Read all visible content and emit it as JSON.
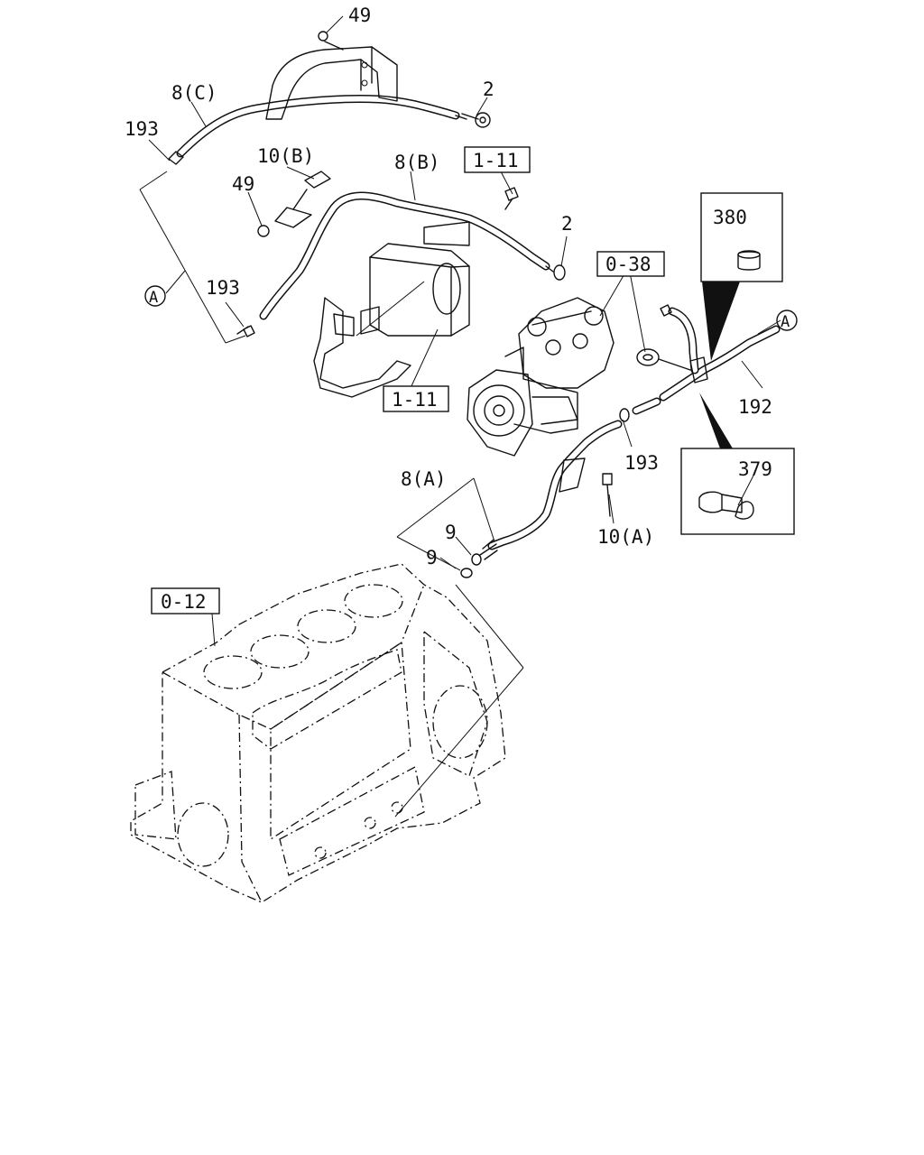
{
  "diagram": {
    "callouts": [
      {
        "id": "c-49-top",
        "text": "49"
      },
      {
        "id": "c-8c",
        "text": "8(C)"
      },
      {
        "id": "c-2-top",
        "text": "2"
      },
      {
        "id": "c-193-tl",
        "text": "193"
      },
      {
        "id": "c-10b",
        "text": "10(B)"
      },
      {
        "id": "c-8b",
        "text": "8(B)"
      },
      {
        "id": "c-49-mid",
        "text": "49"
      },
      {
        "id": "c-2-mid",
        "text": "2"
      },
      {
        "id": "c-193-ml",
        "text": "193"
      },
      {
        "id": "c-380",
        "text": "380"
      },
      {
        "id": "c-192",
        "text": "192"
      },
      {
        "id": "c-193-r",
        "text": "193"
      },
      {
        "id": "c-379",
        "text": "379"
      },
      {
        "id": "c-8a",
        "text": "8(A)"
      },
      {
        "id": "c-9a",
        "text": "9"
      },
      {
        "id": "c-9b",
        "text": "9"
      },
      {
        "id": "c-10a",
        "text": "10(A)"
      }
    ],
    "references": [
      {
        "id": "ref-1-11-top",
        "text": "1-11"
      },
      {
        "id": "ref-1-11-bot",
        "text": "1-11"
      },
      {
        "id": "ref-0-38",
        "text": "0-38"
      },
      {
        "id": "ref-0-12",
        "text": "0-12"
      }
    ],
    "markers": [
      {
        "id": "marker-a-left",
        "text": "A"
      },
      {
        "id": "marker-a-right",
        "text": "A"
      }
    ]
  }
}
